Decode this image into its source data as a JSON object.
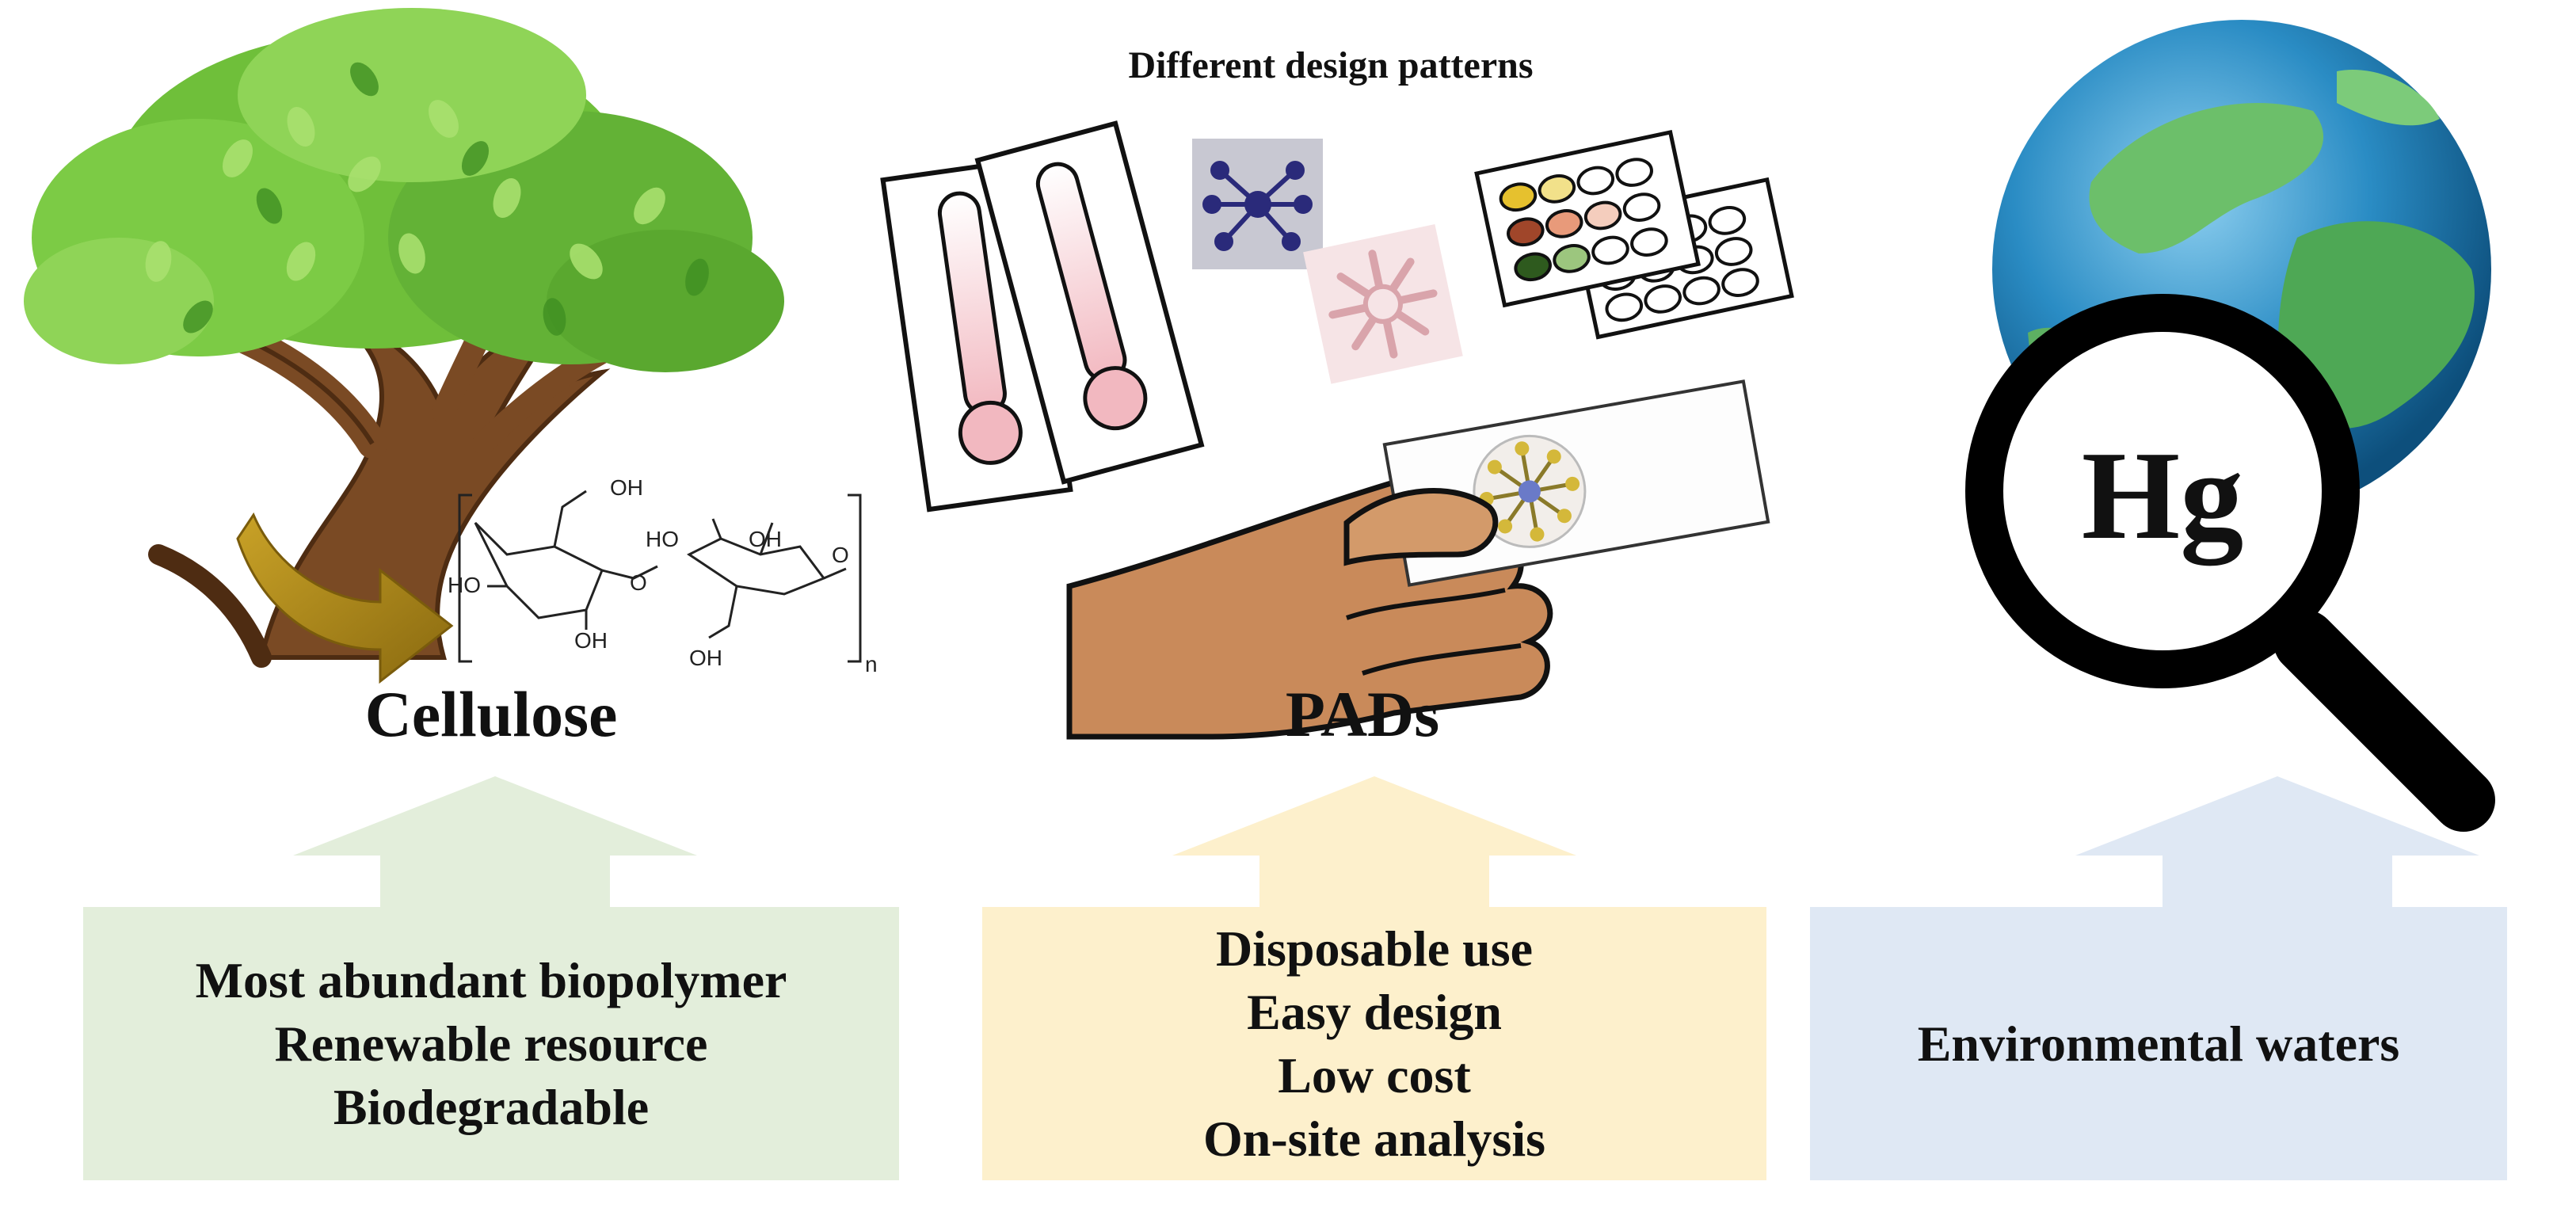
{
  "header": {
    "design_patterns": "Different design patterns"
  },
  "sections": {
    "cellulose": {
      "title": "Cellulose",
      "properties": [
        "Most abundant biopolymer",
        "Renewable resource",
        "Biodegradable"
      ],
      "panel_color": "#e3eedb",
      "arrow_color": "#e3eedb"
    },
    "pads": {
      "title": "PADs",
      "properties": [
        "Disposable use",
        "Easy design",
        "Low cost",
        "On-site analysis"
      ],
      "panel_color": "#fdf0cc",
      "arrow_color": "#fdf0cc"
    },
    "environment": {
      "title": "",
      "properties": [
        "Environmental waters"
      ],
      "panel_color": "#dfe8f4",
      "arrow_color": "#dfe8f4"
    }
  },
  "magnifier": {
    "label": "Hg"
  },
  "structure": {
    "groups": [
      "OH",
      "HO",
      "OH",
      "HO",
      "OH",
      "OH",
      "OH",
      "O",
      "O",
      "O"
    ],
    "repeat_subscript": "n"
  },
  "icons": [
    "tree-icon",
    "curved-arrow-icon",
    "cellulose-structure",
    "test-strip-icon",
    "star-pattern-icon",
    "flower-pattern-icon",
    "well-plate-icon",
    "hand-icon",
    "paper-device-icon",
    "globe-icon",
    "magnifier-icon"
  ]
}
